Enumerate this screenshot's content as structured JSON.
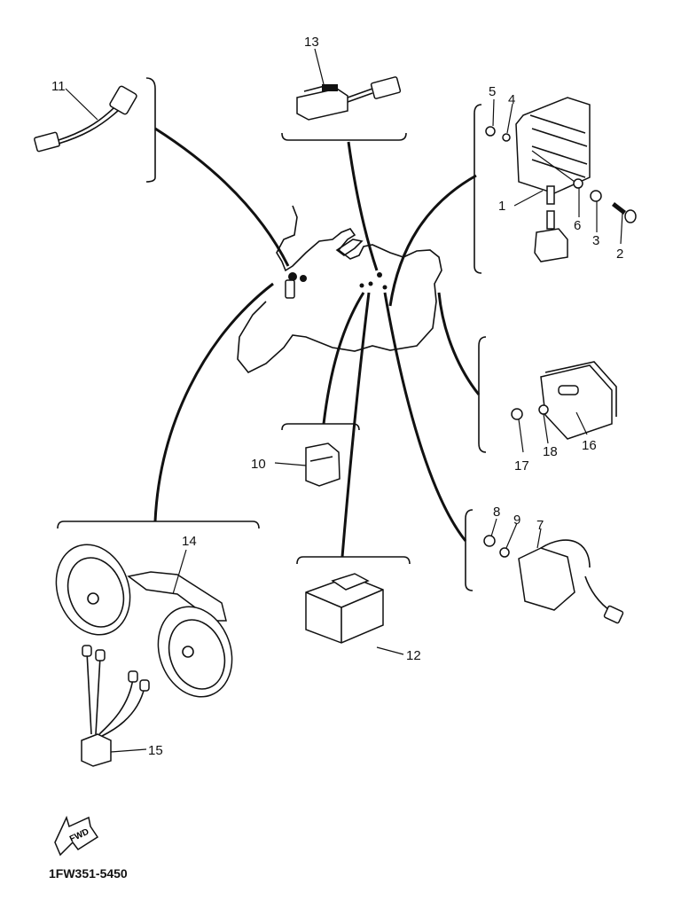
{
  "diagram": {
    "part_number_code": "1FW351-5450",
    "direction_badge": "FWD",
    "callouts": [
      {
        "id": "1",
        "label": "1"
      },
      {
        "id": "2",
        "label": "2"
      },
      {
        "id": "3",
        "label": "3"
      },
      {
        "id": "4",
        "label": "4"
      },
      {
        "id": "5",
        "label": "5"
      },
      {
        "id": "6",
        "label": "6"
      },
      {
        "id": "7",
        "label": "7"
      },
      {
        "id": "8",
        "label": "8"
      },
      {
        "id": "9",
        "label": "9"
      },
      {
        "id": "10",
        "label": "10"
      },
      {
        "id": "11",
        "label": "11"
      },
      {
        "id": "12",
        "label": "12"
      },
      {
        "id": "13",
        "label": "13"
      },
      {
        "id": "14",
        "label": "14"
      },
      {
        "id": "15",
        "label": "15"
      },
      {
        "id": "16",
        "label": "16"
      },
      {
        "id": "17",
        "label": "17"
      },
      {
        "id": "18",
        "label": "18"
      }
    ]
  }
}
